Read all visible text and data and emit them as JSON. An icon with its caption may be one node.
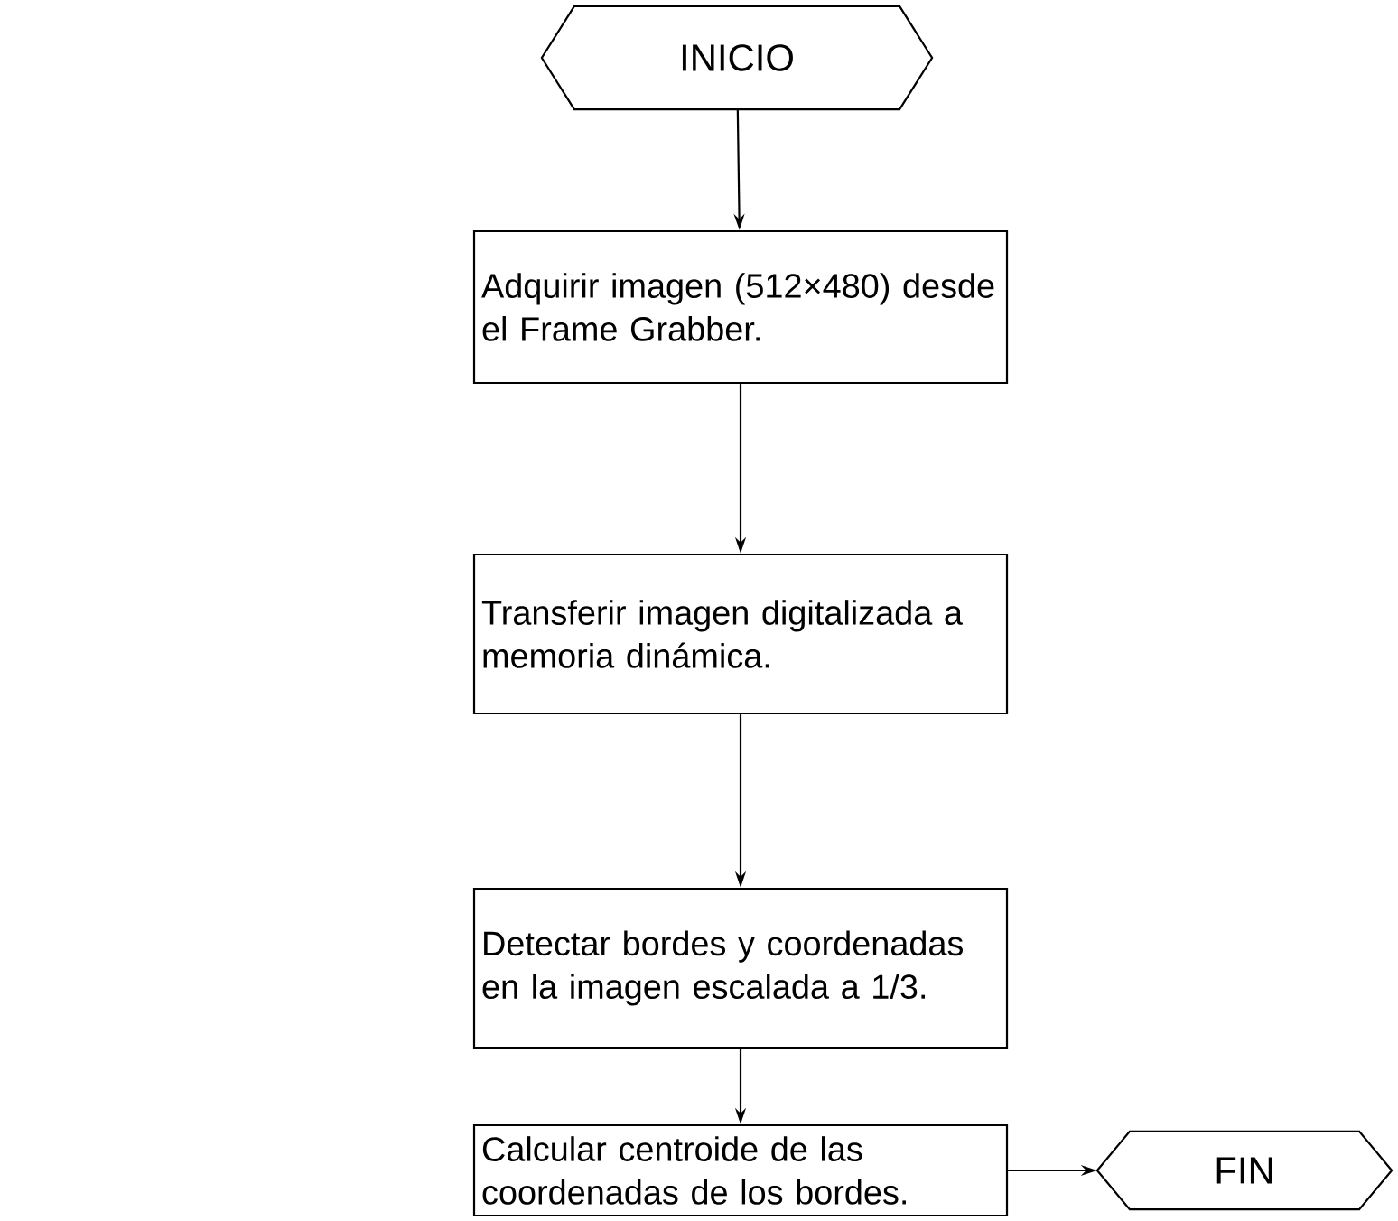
{
  "diagram": {
    "nodes": [
      {
        "text": [
          "INICIO"
        ]
      },
      {
        "text": [
          "Adquirir imagen (512×480) desde el Frame Grabber."
        ]
      },
      {
        "text": [
          "Transferir imagen digitalizada a memoria dinámica."
        ]
      },
      {
        "text": [
          "Detectar bordes y coordenadas en la imagen escalada a 1/3."
        ]
      },
      {
        "text": [
          "Calcular centroide de las coordenadas de los bordes."
        ]
      },
      {
        "text": [
          "FIN"
        ]
      }
    ],
    "edges": [
      {
        "from": 0,
        "to": 1,
        "arrow": "to"
      },
      {
        "from": 1,
        "to": 2,
        "arrow": "to"
      },
      {
        "from": 2,
        "to": 3,
        "arrow": "to"
      },
      {
        "from": 3,
        "to": 4,
        "arrow": "to"
      },
      {
        "from": 4,
        "to": 5,
        "arrow": "to"
      }
    ]
  }
}
